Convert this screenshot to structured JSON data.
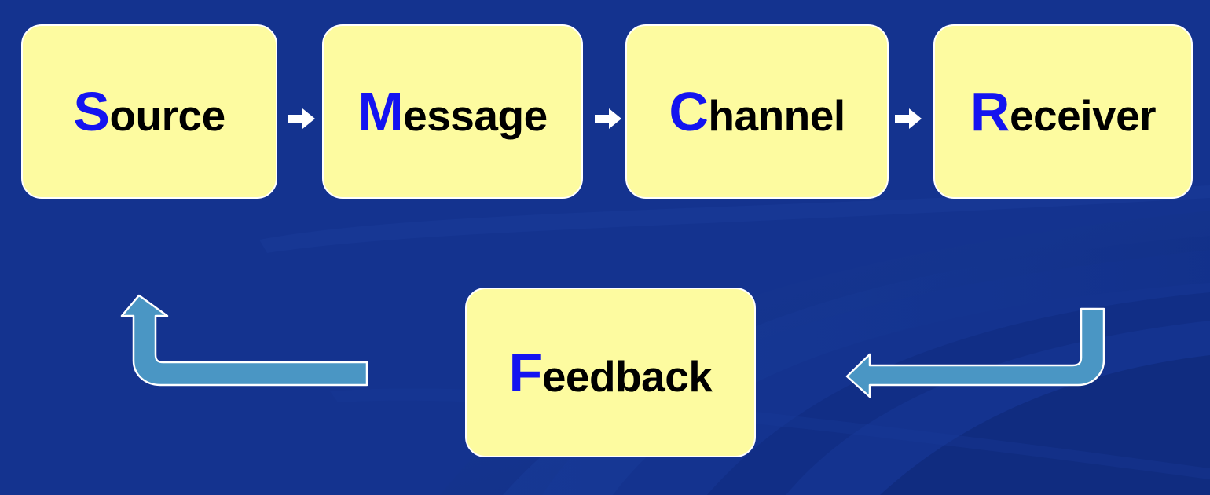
{
  "slide": {
    "background_color": "#14338f",
    "box_fill_color": "#fdfba0",
    "box_border_color": "#ffffff",
    "cap_letter_color": "#1414f0",
    "body_letter_color": "#000000",
    "feedback_arrow_fill": "#4a96c4",
    "feedback_arrow_outline": "#ffffff",
    "flow_arrow_color": "#ffffff"
  },
  "process": {
    "nodes": [
      {
        "id": "source",
        "cap": "S",
        "rest": "ource",
        "full": "Source"
      },
      {
        "id": "message",
        "cap": "M",
        "rest": "essage",
        "full": "Message"
      },
      {
        "id": "channel",
        "cap": "C",
        "rest": "hannel",
        "full": "Channel"
      },
      {
        "id": "receiver",
        "cap": "R",
        "rest": "eceiver",
        "full": "Receiver"
      }
    ],
    "connectors": [
      {
        "id": "source-to-message",
        "icon": "arrow-right-icon"
      },
      {
        "id": "message-to-channel",
        "icon": "arrow-right-icon"
      },
      {
        "id": "channel-to-receiver",
        "icon": "arrow-right-icon"
      }
    ]
  },
  "feedback": {
    "cap": "F",
    "rest": "eedback",
    "full": "Feedback",
    "return_arrow_left": {
      "icon": "bent-arrow-up-icon",
      "direction": "up"
    },
    "return_arrow_right": {
      "icon": "bent-arrow-left-icon",
      "direction": "left"
    }
  }
}
